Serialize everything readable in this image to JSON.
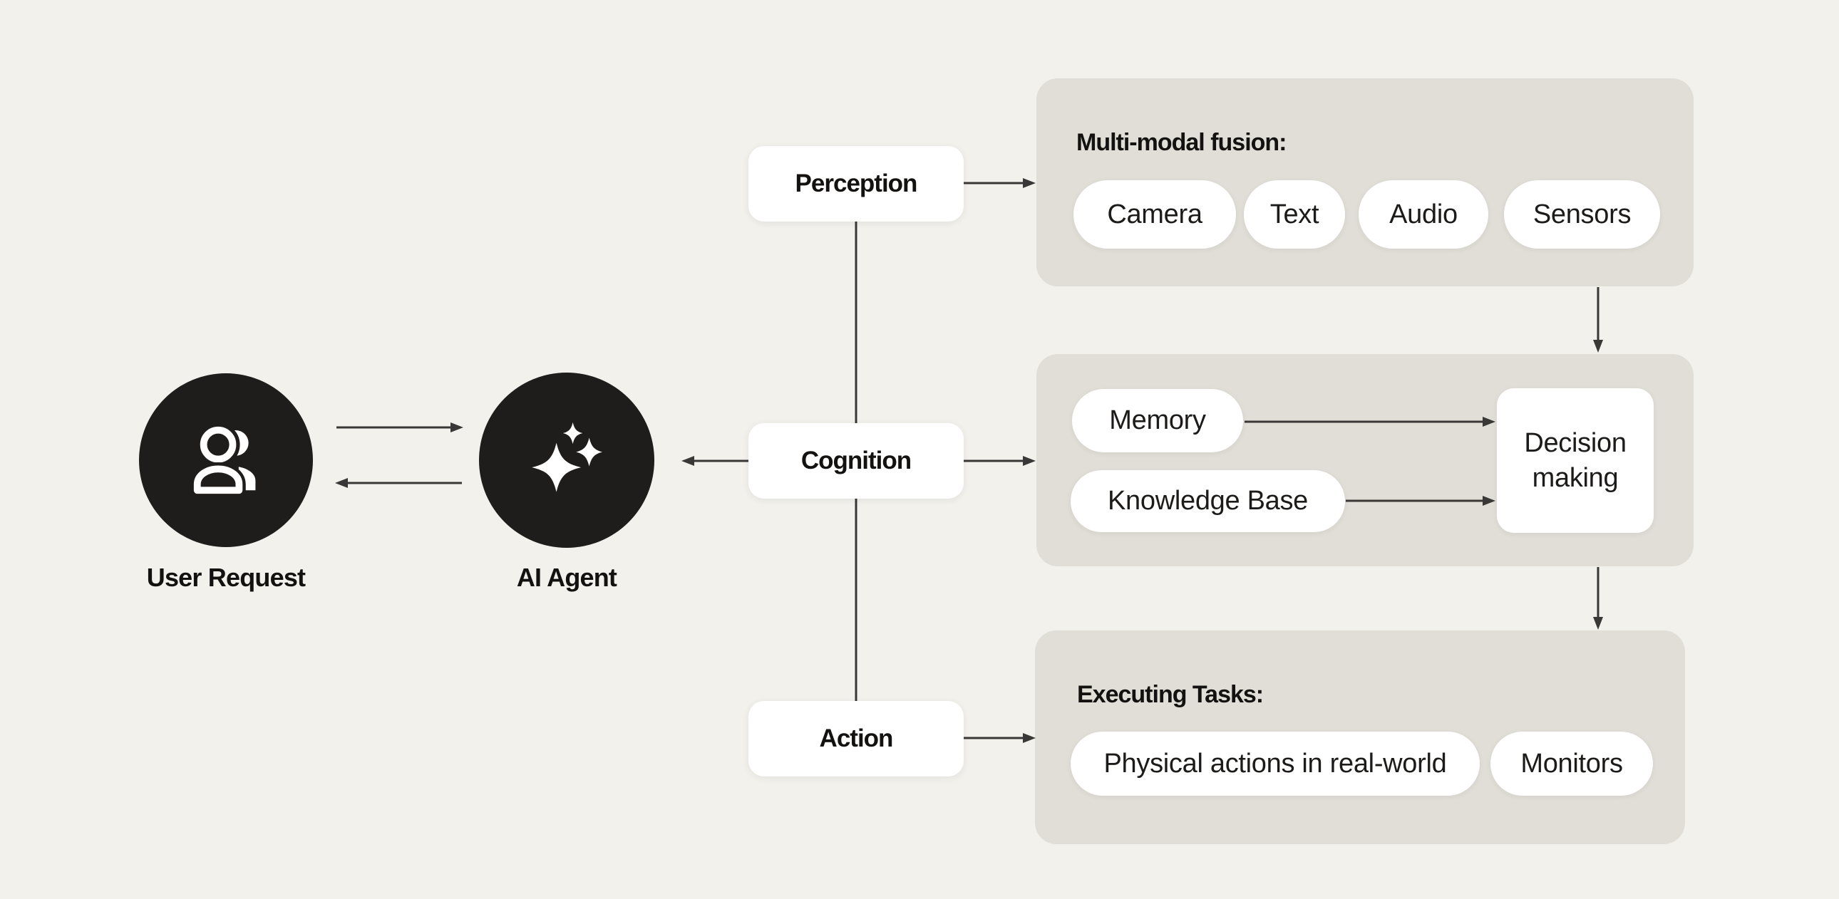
{
  "palette": {
    "background": "#f2f1ec",
    "panel": "#e1ded8",
    "card": "#ffffff",
    "circle": "#1e1d1b",
    "text": "#131210",
    "arrow": "#3a3836"
  },
  "actors": {
    "user": {
      "label": "User Request",
      "icon": "people-icon"
    },
    "agent": {
      "label": "AI Agent",
      "icon": "sparkles-icon"
    }
  },
  "stages": {
    "perception": {
      "label": "Perception"
    },
    "cognition": {
      "label": "Cognition"
    },
    "action": {
      "label": "Action"
    }
  },
  "panels": {
    "fusion": {
      "title": "Multi-modal fusion:",
      "pills": [
        "Camera",
        "Text",
        "Audio",
        "Sensors"
      ]
    },
    "cognition": {
      "pills": [
        "Memory",
        "Knowledge Base"
      ],
      "decision_label": "Decision making"
    },
    "executing": {
      "title": "Executing Tasks:",
      "pills": [
        "Physical actions in real-world",
        "Monitors"
      ]
    }
  }
}
